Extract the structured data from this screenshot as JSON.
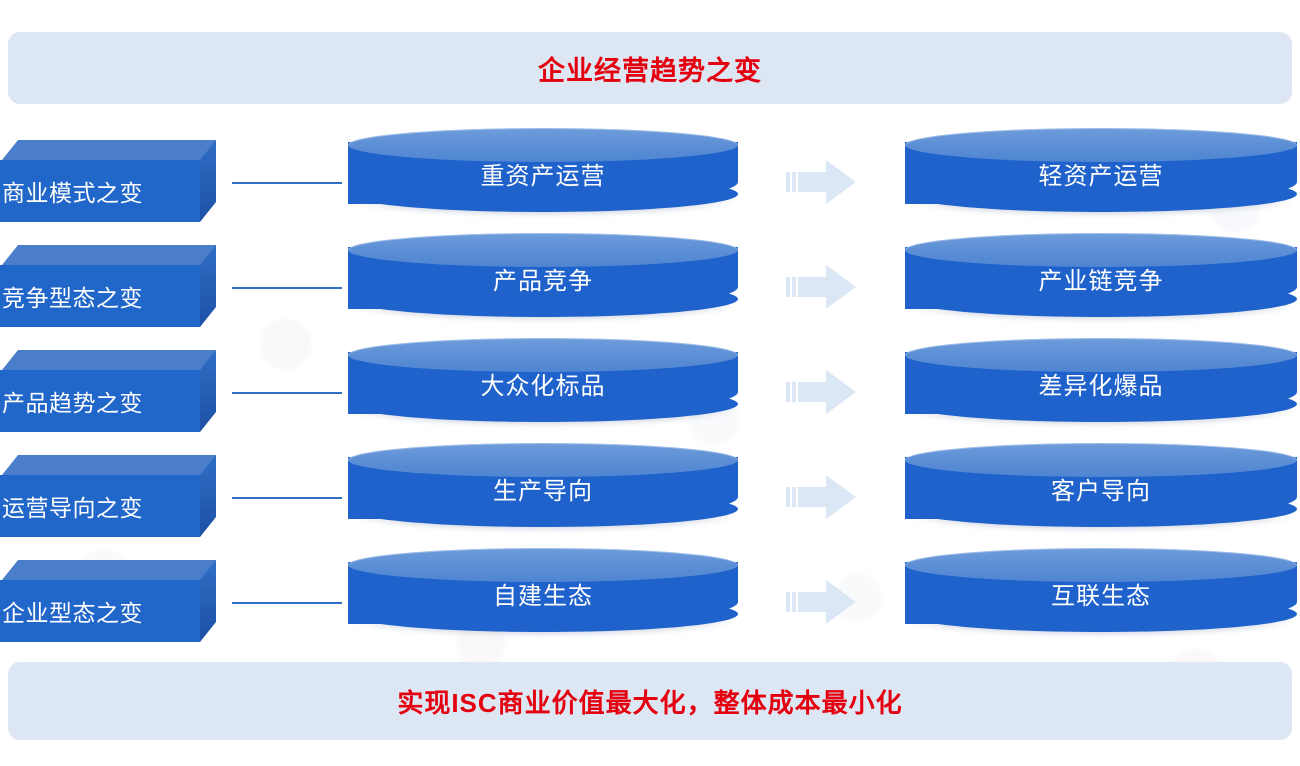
{
  "header": {
    "title": "企业经营趋势之变"
  },
  "footer": {
    "title": "实现ISC商业价值最大化，整体成本最小化"
  },
  "colors": {
    "banner_bg": "#dce7f3",
    "banner_text": "#e4000f",
    "cube_face": "#2166c9",
    "cube_top": "#4a7ecb",
    "cylinder_body": "#1f62cc",
    "cylinder_top": "#5b8ed5",
    "arrow": "#dbe7f4",
    "connector": "#2f6fc4"
  },
  "rows": [
    {
      "category": "商业模式之变",
      "from": "重资产运营",
      "arrow": "right-arrow-icon",
      "to": "轻资产运营"
    },
    {
      "category": "竞争型态之变",
      "from": "产品竞争",
      "arrow": "right-arrow-icon",
      "to": "产业链竞争"
    },
    {
      "category": "产品趋势之变",
      "from": "大众化标品",
      "arrow": "right-arrow-icon",
      "to": "差异化爆品"
    },
    {
      "category": "运营导向之变",
      "from": "生产导向",
      "arrow": "right-arrow-icon",
      "to": "客户导向"
    },
    {
      "category": "企业型态之变",
      "from": "自建生态",
      "arrow": "right-arrow-icon",
      "to": "互联生态"
    }
  ]
}
